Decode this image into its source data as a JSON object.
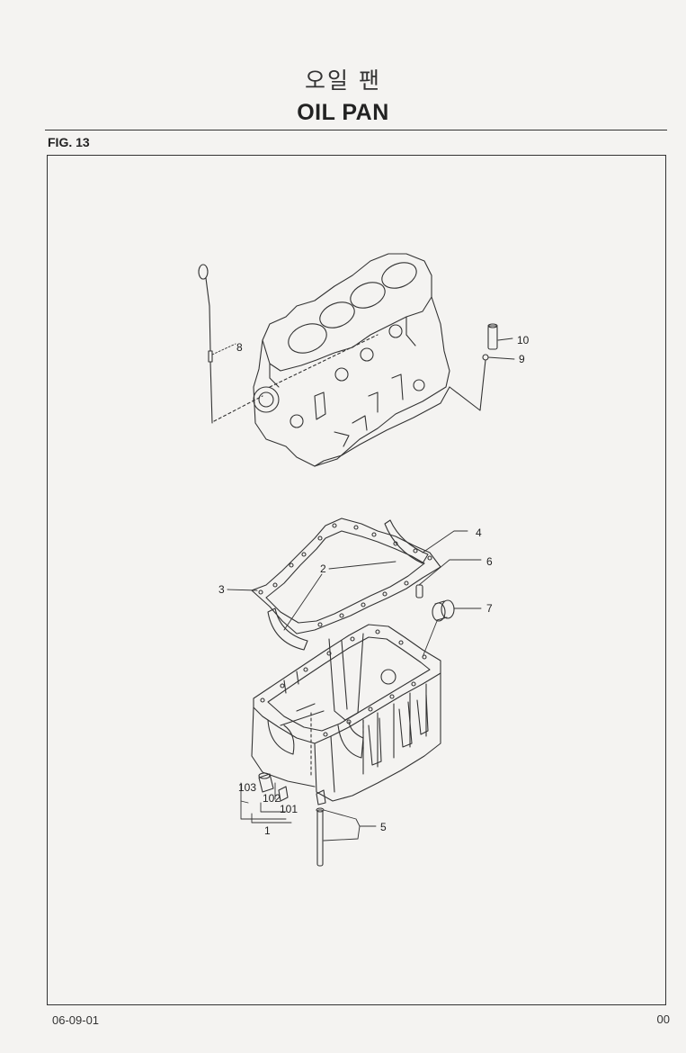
{
  "page": {
    "title_korean": "오일 팬",
    "title_english": "OIL PAN",
    "figure_label": "FIG. 13",
    "footer_date": "06-09-01",
    "footer_page": "00"
  },
  "callouts": [
    {
      "id": "c1",
      "label": "1"
    },
    {
      "id": "c2",
      "label": "2"
    },
    {
      "id": "c3",
      "label": "3"
    },
    {
      "id": "c4",
      "label": "4"
    },
    {
      "id": "c5",
      "label": "5"
    },
    {
      "id": "c6",
      "label": "6"
    },
    {
      "id": "c7",
      "label": "7"
    },
    {
      "id": "c8",
      "label": "8"
    },
    {
      "id": "c9",
      "label": "9"
    },
    {
      "id": "c10",
      "label": "10"
    },
    {
      "id": "c101",
      "label": "101"
    },
    {
      "id": "c102",
      "label": "102"
    },
    {
      "id": "c103",
      "label": "103"
    }
  ]
}
